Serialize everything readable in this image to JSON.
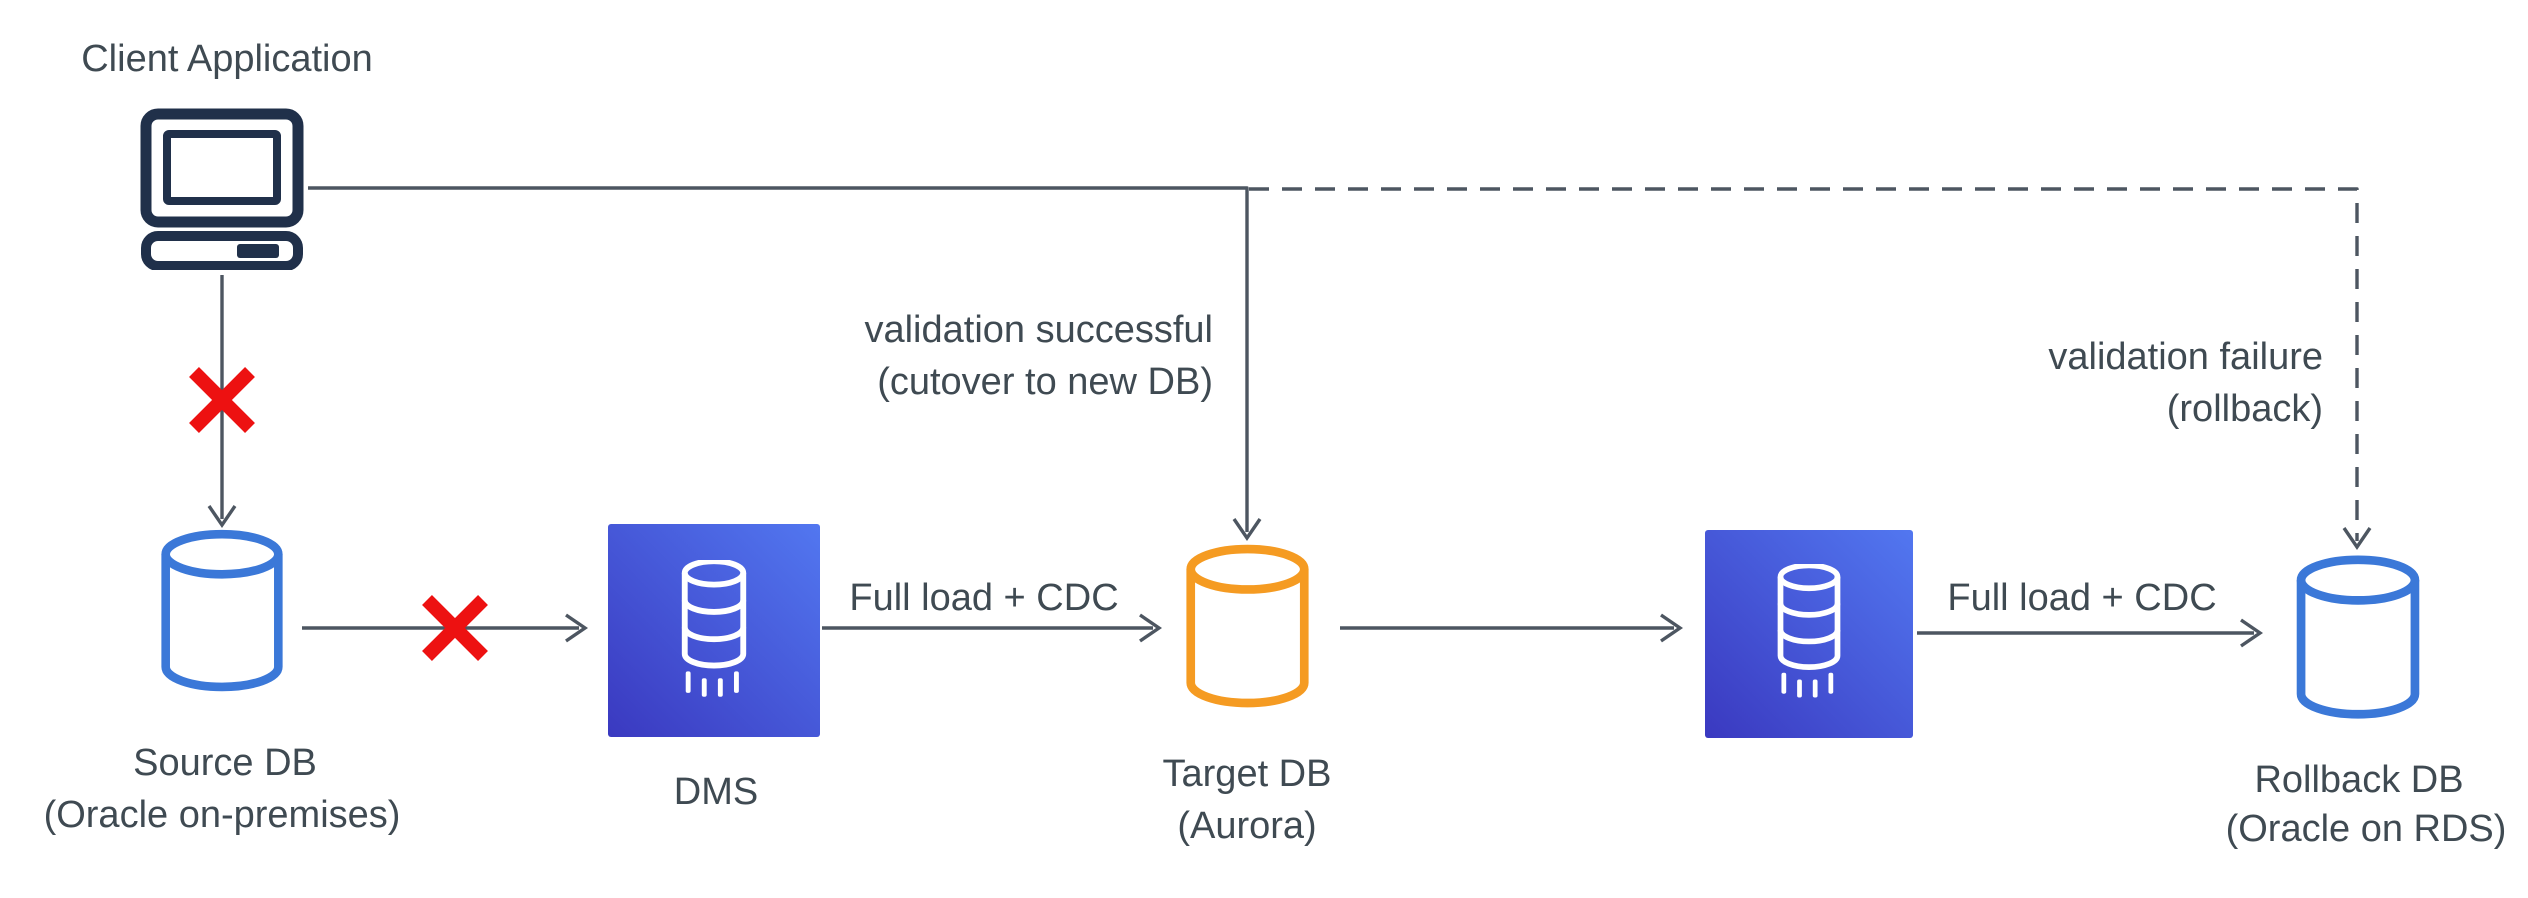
{
  "nodes": {
    "client": {
      "label": "Client Application"
    },
    "source_db": {
      "label1": "Source DB",
      "label2": "(Oracle on-premises)"
    },
    "dms1": {
      "label": "DMS"
    },
    "target_db": {
      "label1": "Target DB",
      "label2": "(Aurora)"
    },
    "rollback_db": {
      "label1": "Rollback DB",
      "label2": "(Oracle on RDS)"
    }
  },
  "edges": {
    "dms1_to_target": {
      "label": "Full load + CDC"
    },
    "dms2_to_rollback": {
      "label": "Full load + CDC"
    },
    "cutover_path": {
      "label1": "validation successful",
      "label2": "(cutover to new DB)"
    },
    "rollback_path": {
      "label1": "validation failure",
      "label2": "(rollback)"
    }
  },
  "icons": {
    "client": "computer-icon",
    "source_db": "database-cylinder-icon",
    "target_db": "database-cylinder-icon",
    "rollback_db": "database-cylinder-icon",
    "dms": "aws-dms-service-icon",
    "blocked": "red-x-icon"
  },
  "colors": {
    "connector": "#4d5661",
    "text": "#3f4a52",
    "db_blue": "#3b78d8",
    "db_orange": "#f59b22",
    "blocked_red": "#ed1111",
    "dms_grad_start": "#3a39c0",
    "dms_grad_end": "#5277f0",
    "client_icon": "#20304a"
  }
}
